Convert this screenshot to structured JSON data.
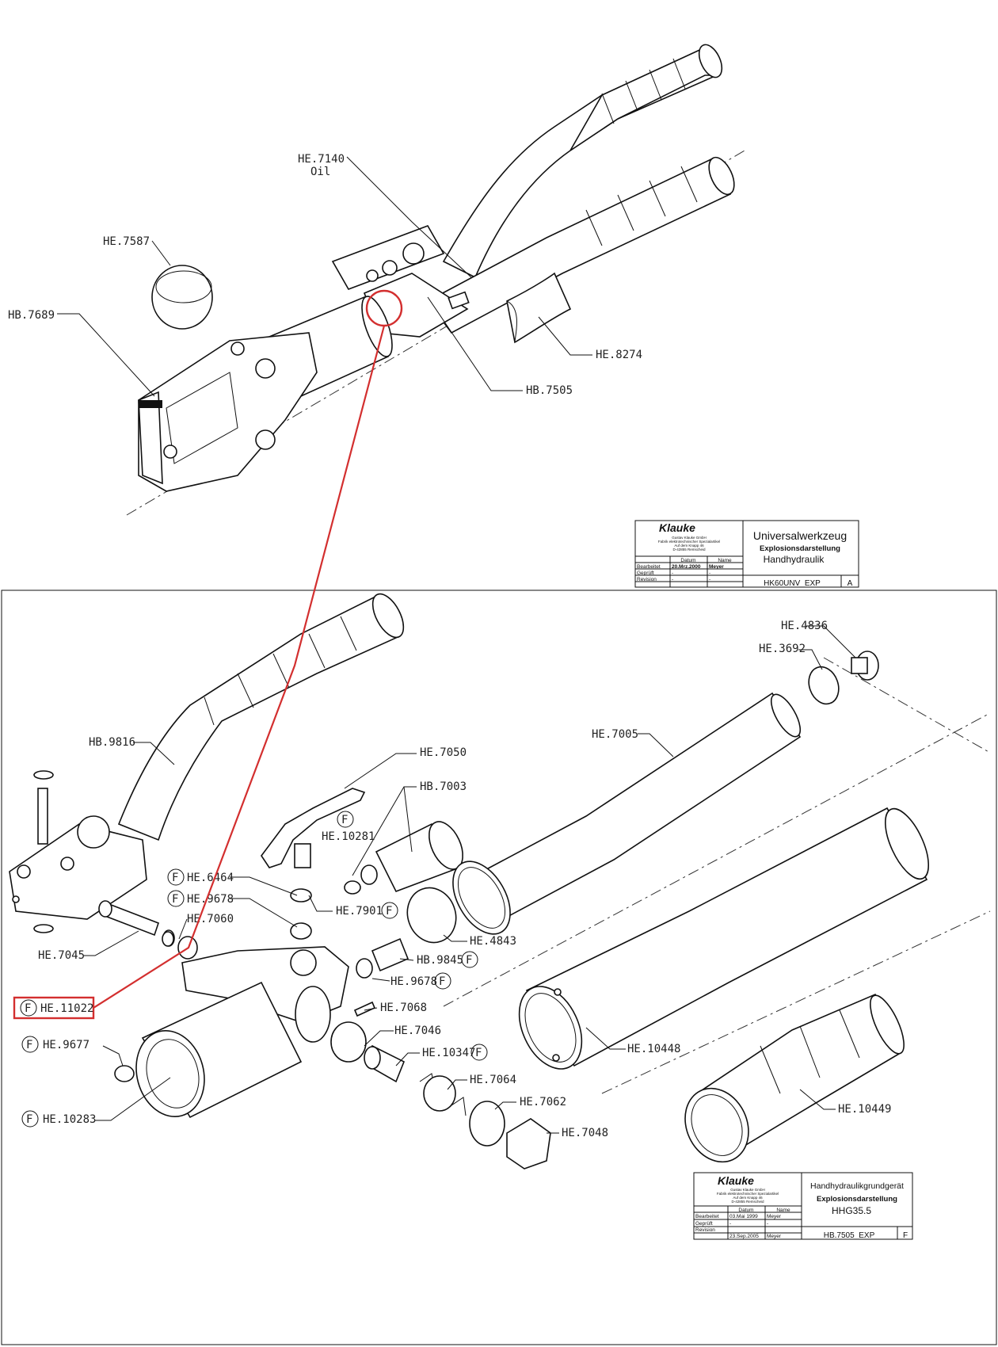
{
  "upper_sheet": {
    "labels": {
      "he7140": "HE.7140",
      "oil": "Oil",
      "he7587": "HE.7587",
      "hb7689": "HB.7689",
      "he8274": "HE.8274",
      "hb7505": "HB.7505"
    },
    "title_block": {
      "logo": "Klauke",
      "company_lines": [
        "Gustav Klauke GmbH",
        "Fabrik elektrotechnischer Spezialartikel",
        "Auf dem Knapp 46",
        "D-42855 Remscheid"
      ],
      "title": "Universalwerkzeug",
      "subtitle": "Explosionsdarstellung",
      "subtitle2": "Handhydraulik",
      "col_datum": "Datum",
      "col_name": "Name",
      "row_bearbeitet": "Bearbeitet",
      "row_geprueft": "Geprüft",
      "row_revision": "Revision",
      "bearbeitet_datum": "20.Mrz.2000",
      "bearbeitet_name": "Meyer",
      "geprueft_datum": "-",
      "geprueft_name": "-",
      "revision_datum": "-",
      "revision_name": "-",
      "drawing_no": "HK60UNV_EXP",
      "rev": "A"
    }
  },
  "lower_sheet": {
    "labels": {
      "he4836": "HE.4836",
      "he3692": "HE.3692",
      "he7005": "HE.7005",
      "hb9816": "HB.9816",
      "he7050": "HE.7050",
      "hb7003": "HB.7003",
      "he10281": "HE.10281",
      "he6464": "HE.6464",
      "he9678a": "HE.9678",
      "he7060": "HE.7060",
      "he7901": "HE.7901",
      "he7045": "HE.7045",
      "he4843": "HE.4843",
      "hb9845": "HB.9845",
      "he9678b": "HE.9678",
      "he11022": "HE.11022",
      "he7068": "HE.7068",
      "he7046": "HE.7046",
      "he9677": "HE.9677",
      "he10347": "HE.10347",
      "he10448": "HE.10448",
      "he7064": "HE.7064",
      "he7062": "HE.7062",
      "he10283": "HE.10283",
      "he7048": "HE.7048",
      "he10449": "HE.10449"
    },
    "f_marker": "F",
    "title_block": {
      "logo": "Klauke",
      "company_lines": [
        "Gustav Klauke GmbH",
        "Fabrik elektrotechnischer Spezialartikel",
        "Auf dem Knapp 46",
        "D-42855 Remscheid"
      ],
      "title": "Handhydraulikgrundgerät",
      "subtitle": "Explosionsdarstellung",
      "subtitle2": "HHG35.5",
      "col_datum": "Datum",
      "col_name": "Name",
      "row_bearbeitet": "Bearbeitet",
      "row_geprueft": "Geprüft",
      "row_revision": "Revision",
      "bearbeitet_datum": "03.Mai 1999",
      "bearbeitet_name": "Meyer",
      "geprueft_datum": "-",
      "geprueft_name": "-",
      "revision_datum": "23.Sep.2005",
      "revision_name": "Meyer",
      "drawing_no": "HB.7505_EXP",
      "rev": "F"
    }
  },
  "colors": {
    "highlight": "#d32f2f",
    "line": "#111111"
  }
}
